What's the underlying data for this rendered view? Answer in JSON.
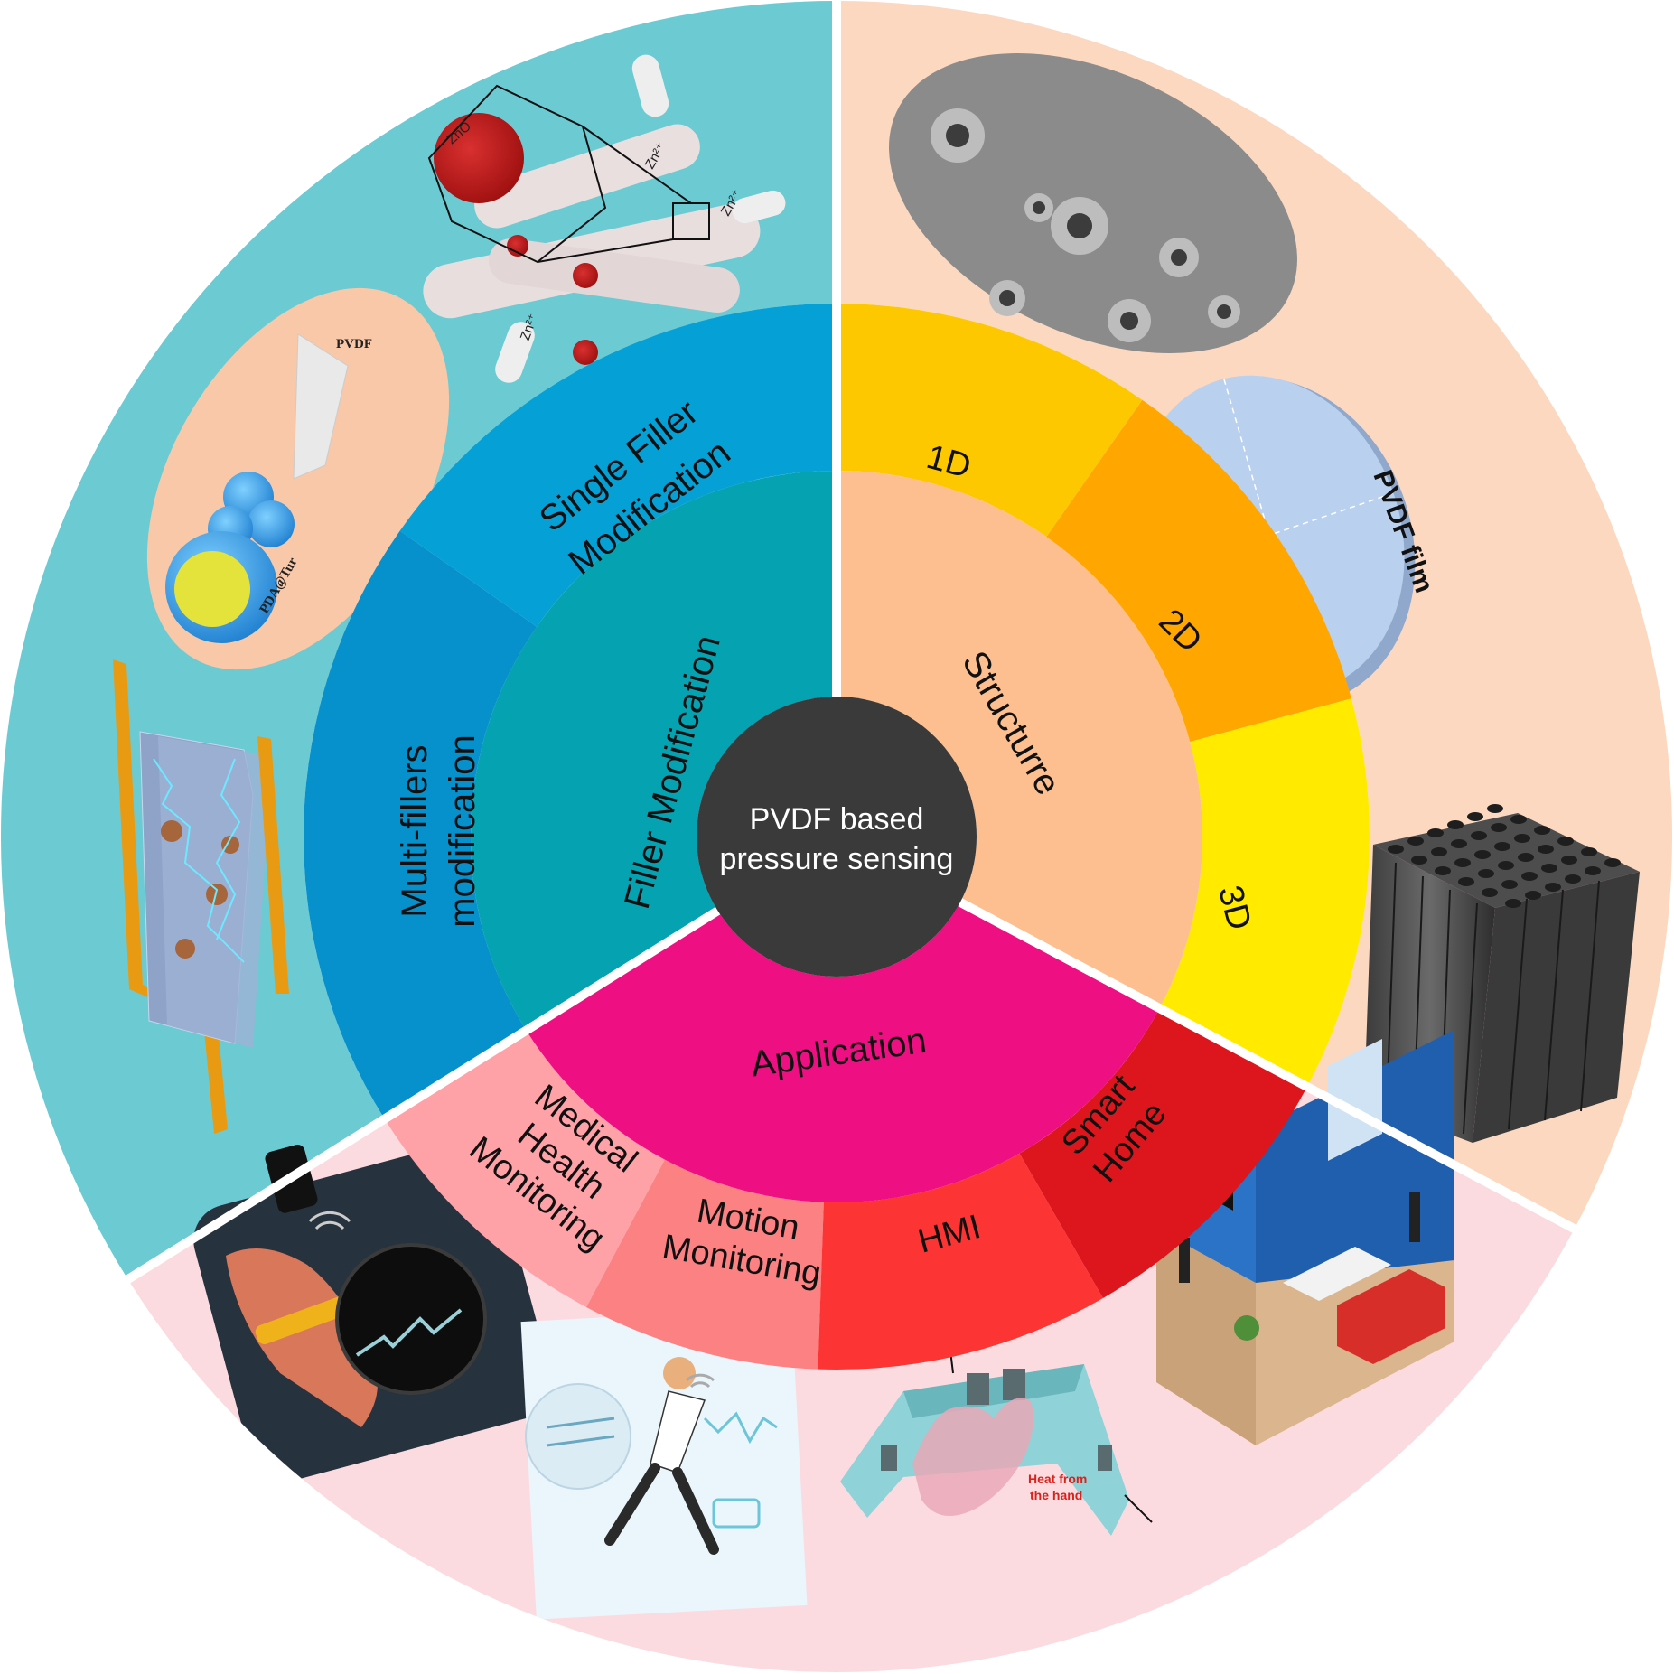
{
  "colors": {
    "filler_outer": "#6ccad3",
    "structure_outer": "#fcd8c0",
    "application_outer": "#fbdbe0",
    "single_filler": "#05a0d6",
    "multi_fillers": "#0690cc",
    "filler_inner": "#05a2b2",
    "d1": "#fdc800",
    "d2": "#ffa601",
    "d3": "#ffea00",
    "structure_inner": "#fdbf8f",
    "medical": "#fea2a8",
    "motion": "#fb8183",
    "hmi": "#fc3534",
    "smart_home": "#dc161c",
    "application_inner": "#ee0f82",
    "center": "#3a3a3a"
  },
  "center": {
    "line1": "PVDF based",
    "line2": "pressure sensing"
  },
  "inner": {
    "filler": "Filler Modification",
    "structure": "Structurre",
    "application": "Application"
  },
  "middle": {
    "single_1": "Single Filler",
    "single_2": "Modification",
    "multi_1": "Multi-fillers",
    "multi_2": "modification",
    "d1": "1D",
    "d2": "2D",
    "d3": "3D",
    "medical_1": "Medical",
    "medical_2": "Health",
    "medical_3": "Monitoring",
    "motion_1": "Motion",
    "motion_2": "Monitoring",
    "hmi": "HMI",
    "smart_1": "Smart",
    "smart_2": "Home"
  },
  "illustrations": {
    "pvdf_label": "PVDF",
    "pda_label": "PDA@Tur",
    "zn1": "Zn²⁺",
    "zn2": "Zn²⁺",
    "zn3": "Zn²⁺",
    "zno": "ZnO",
    "pvdf_film": "PVDF film",
    "heat_1": "Heat from",
    "heat_2": "the hand"
  }
}
